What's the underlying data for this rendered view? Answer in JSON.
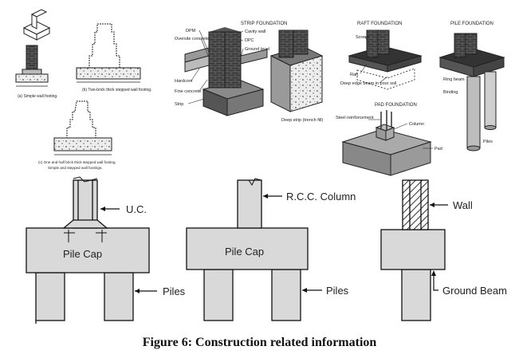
{
  "caption": "Figure 6: Construction related information",
  "footings": {
    "simple_caption": "(a) Simple wall footing.",
    "two_brick_caption": "(b) Two-brick thick stepped wall footing.",
    "one_half_caption_l1": "(c) One and half brick thick stepped wall footing.",
    "one_half_caption_l2": "Simple and stepped wall footings."
  },
  "strip": {
    "title": "STRIP FOUNDATION",
    "labels": [
      "DPM",
      "Oversite concrete",
      "Cavity wall",
      "DPC",
      "Ground level",
      "Hardcore",
      "Fine concrete",
      "Strip",
      "Deep strip (trench fill)"
    ]
  },
  "raft": {
    "title": "RAFT FOUNDATION",
    "labels": [
      "Screed",
      "Raft",
      "Deep edge beam in poor soil"
    ]
  },
  "pile": {
    "title": "PILE FOUNDATION",
    "labels": [
      "Ring beam",
      "Binding",
      "Piles"
    ]
  },
  "pad": {
    "title": "PAD FOUNDATION",
    "labels": [
      "Steel reinforcement",
      "Column",
      "Pad"
    ]
  },
  "pilecap1": {
    "top_label": "U.C.",
    "cap_label": "Pile Cap",
    "piles_label": "Piles"
  },
  "pilecap2": {
    "top_label": "R.C.C. Column",
    "cap_label": "Pile Cap",
    "piles_label": "Piles"
  },
  "groundbeam": {
    "top_label": "Wall",
    "beam_label": "Ground Beam"
  },
  "colors": {
    "fill": "#d9d9d9",
    "stroke": "#111111",
    "dark": "#3a3a3a"
  }
}
